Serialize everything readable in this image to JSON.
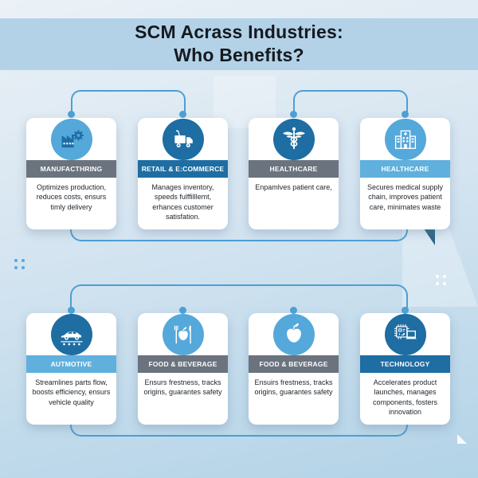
{
  "title": {
    "line1": "SCM Acrass Industries:",
    "line2": "Who Benefits?"
  },
  "palette": {
    "banner": "#b3d2e8",
    "connector_line": "#4d9fd4",
    "bar_gray": "#6a737e",
    "bar_dark": "#1e6da3",
    "bar_light": "#5fb0dd",
    "circle_dark": "#1e6da3",
    "circle_light": "#55a8da",
    "card_bg": "#ffffff",
    "deco_dark_triangle": "#2e6886"
  },
  "cards": [
    {
      "label": "MANUFACTHRING",
      "description": "Optimizes production, reduces costs, ensurs timly delivery",
      "icon": "factory-gear-icon",
      "bar": "gray",
      "circle": "light"
    },
    {
      "label": "RETAIL & E:COMMERCE",
      "description": "Manages inventory, speeds fulffilllemt, erhances customer satisfation.",
      "icon": "delivery-truck-icon",
      "bar": "dark",
      "circle": "dark"
    },
    {
      "label": "HEALTHCARE",
      "description": "Enpamlves patient care,",
      "icon": "caduceus-icon",
      "bar": "gray",
      "circle": "dark"
    },
    {
      "label": "HEALTHCARE",
      "description": "Secures medical supply chain, improves patient care, minimates waste",
      "icon": "hospital-icon",
      "bar": "light",
      "circle": "light"
    },
    {
      "label": "AUTMOTIVE",
      "description": "Streamlines parts flow, boosts efficiency, ensurs vehicle quality",
      "icon": "car-assembly-icon",
      "bar": "light",
      "circle": "dark"
    },
    {
      "label": "FOOD & BEVERAGE",
      "description": "Ensurs frestness, tracks origins, guarantes safety",
      "icon": "fork-apple-knife-icon",
      "bar": "gray",
      "circle": "light"
    },
    {
      "label": "FOOD & BEVERAGE",
      "description": "Ensuirs frestness, tracks origins, guarantes safety",
      "icon": "apple-icon",
      "bar": "gray",
      "circle": "light"
    },
    {
      "label": "TECHNOLOGY",
      "description": "Accelerates product launches, manages components, fosters innovation",
      "icon": "chip-laptop-icon",
      "bar": "dark",
      "circle": "dark"
    }
  ]
}
